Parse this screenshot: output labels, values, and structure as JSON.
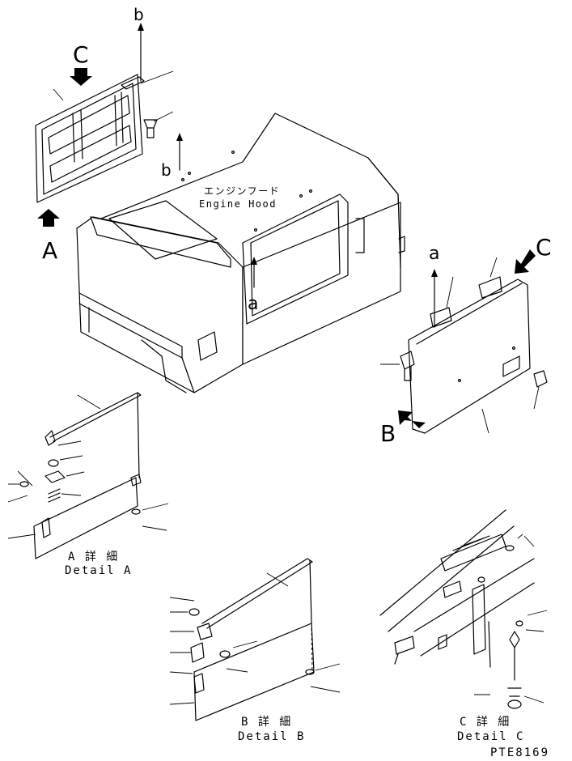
{
  "labels": {
    "view_a": "A",
    "view_b": "B",
    "view_c_top": "C",
    "view_c_right": "C",
    "arrow_b_top": "b",
    "arrow_b_mid": "b",
    "arrow_a_hood": "a",
    "arrow_a_door": "a",
    "hood_jp": "エンジンフード",
    "hood_en": "Engine Hood",
    "detail_a_jp": "A 詳 細",
    "detail_a_en": "Detail A",
    "detail_b_jp": "B 詳 細",
    "detail_b_en": "Detail B",
    "detail_c_jp": "C 詳 細",
    "detail_c_en": "Detail C",
    "drawing_id": "PTE8169"
  }
}
